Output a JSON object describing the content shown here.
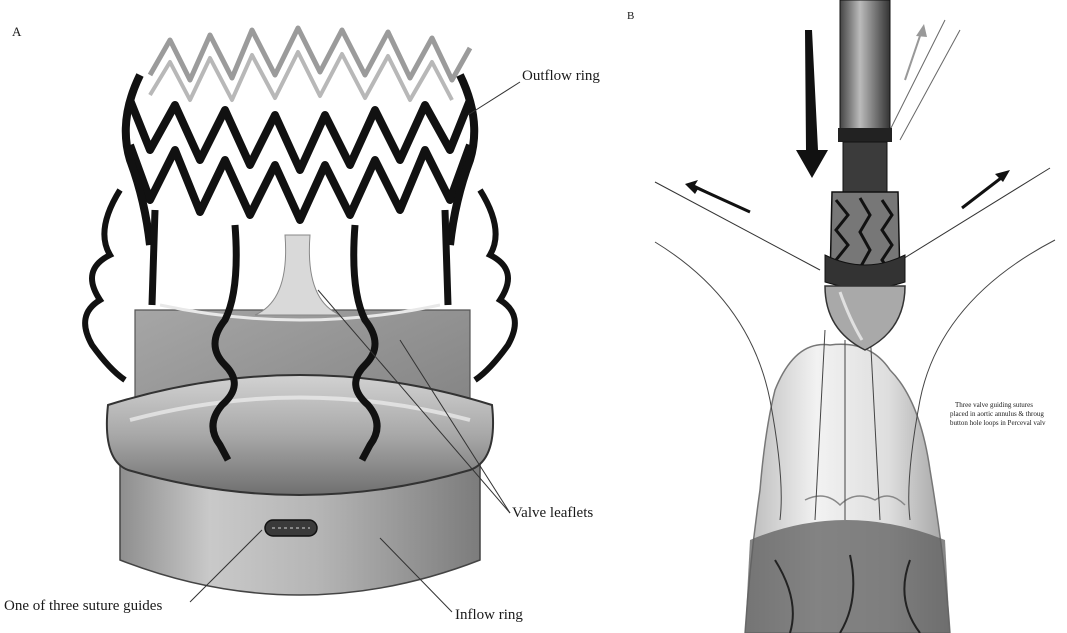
{
  "panel_a": {
    "letter": "A",
    "labels": {
      "outflow_ring": "Outflow ring",
      "valve_leaflets": "Valve leaflets",
      "suture_guides": "One of three suture guides",
      "inflow_ring": "Inflow ring"
    }
  },
  "panel_b": {
    "letter": "B",
    "note_lines": [
      "Three valve guiding sutures",
      "placed in aortic annulus & throug",
      "button hole loops in Perceval valv"
    ]
  }
}
